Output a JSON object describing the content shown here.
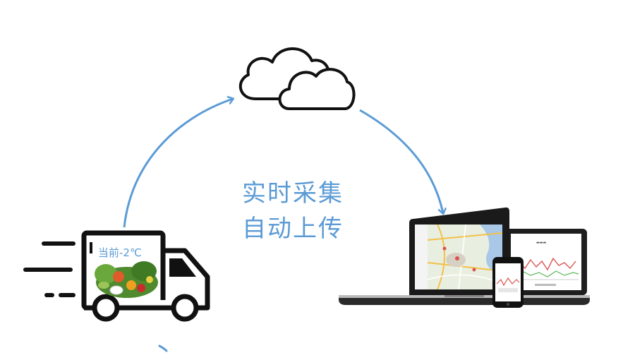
{
  "center_caption": {
    "line1": "实时采集",
    "line2": "自动上传"
  },
  "truck": {
    "temperature_label": "当前-2℃"
  },
  "colors": {
    "arrow": "#5b9bd5",
    "caption": "#5b9bd5",
    "outline": "#111111",
    "screen_map": "#e8efe0",
    "chart_red": "#d9534f"
  },
  "icons": [
    "cloud-icon",
    "truck-icon",
    "laptop-icon",
    "tablet-icon",
    "phone-icon",
    "vegetables-icon"
  ]
}
